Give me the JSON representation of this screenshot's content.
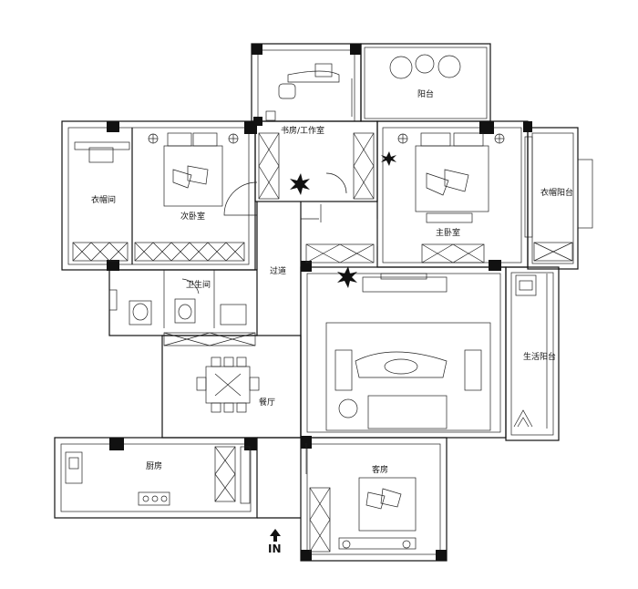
{
  "rooms": {
    "study": "书房/工作室",
    "balcony_top": "阳台",
    "bedroom_left": "次卧室",
    "dressing_left": "衣帽间",
    "master_bedroom": "主卧室",
    "dressing_right": "衣帽阳台",
    "bathroom": "卫生间",
    "corridor": "过道",
    "dining": "餐厅",
    "living_balcony": "生活阳台",
    "kitchen": "厨房",
    "guest_room": "客房"
  },
  "entrance": "IN"
}
